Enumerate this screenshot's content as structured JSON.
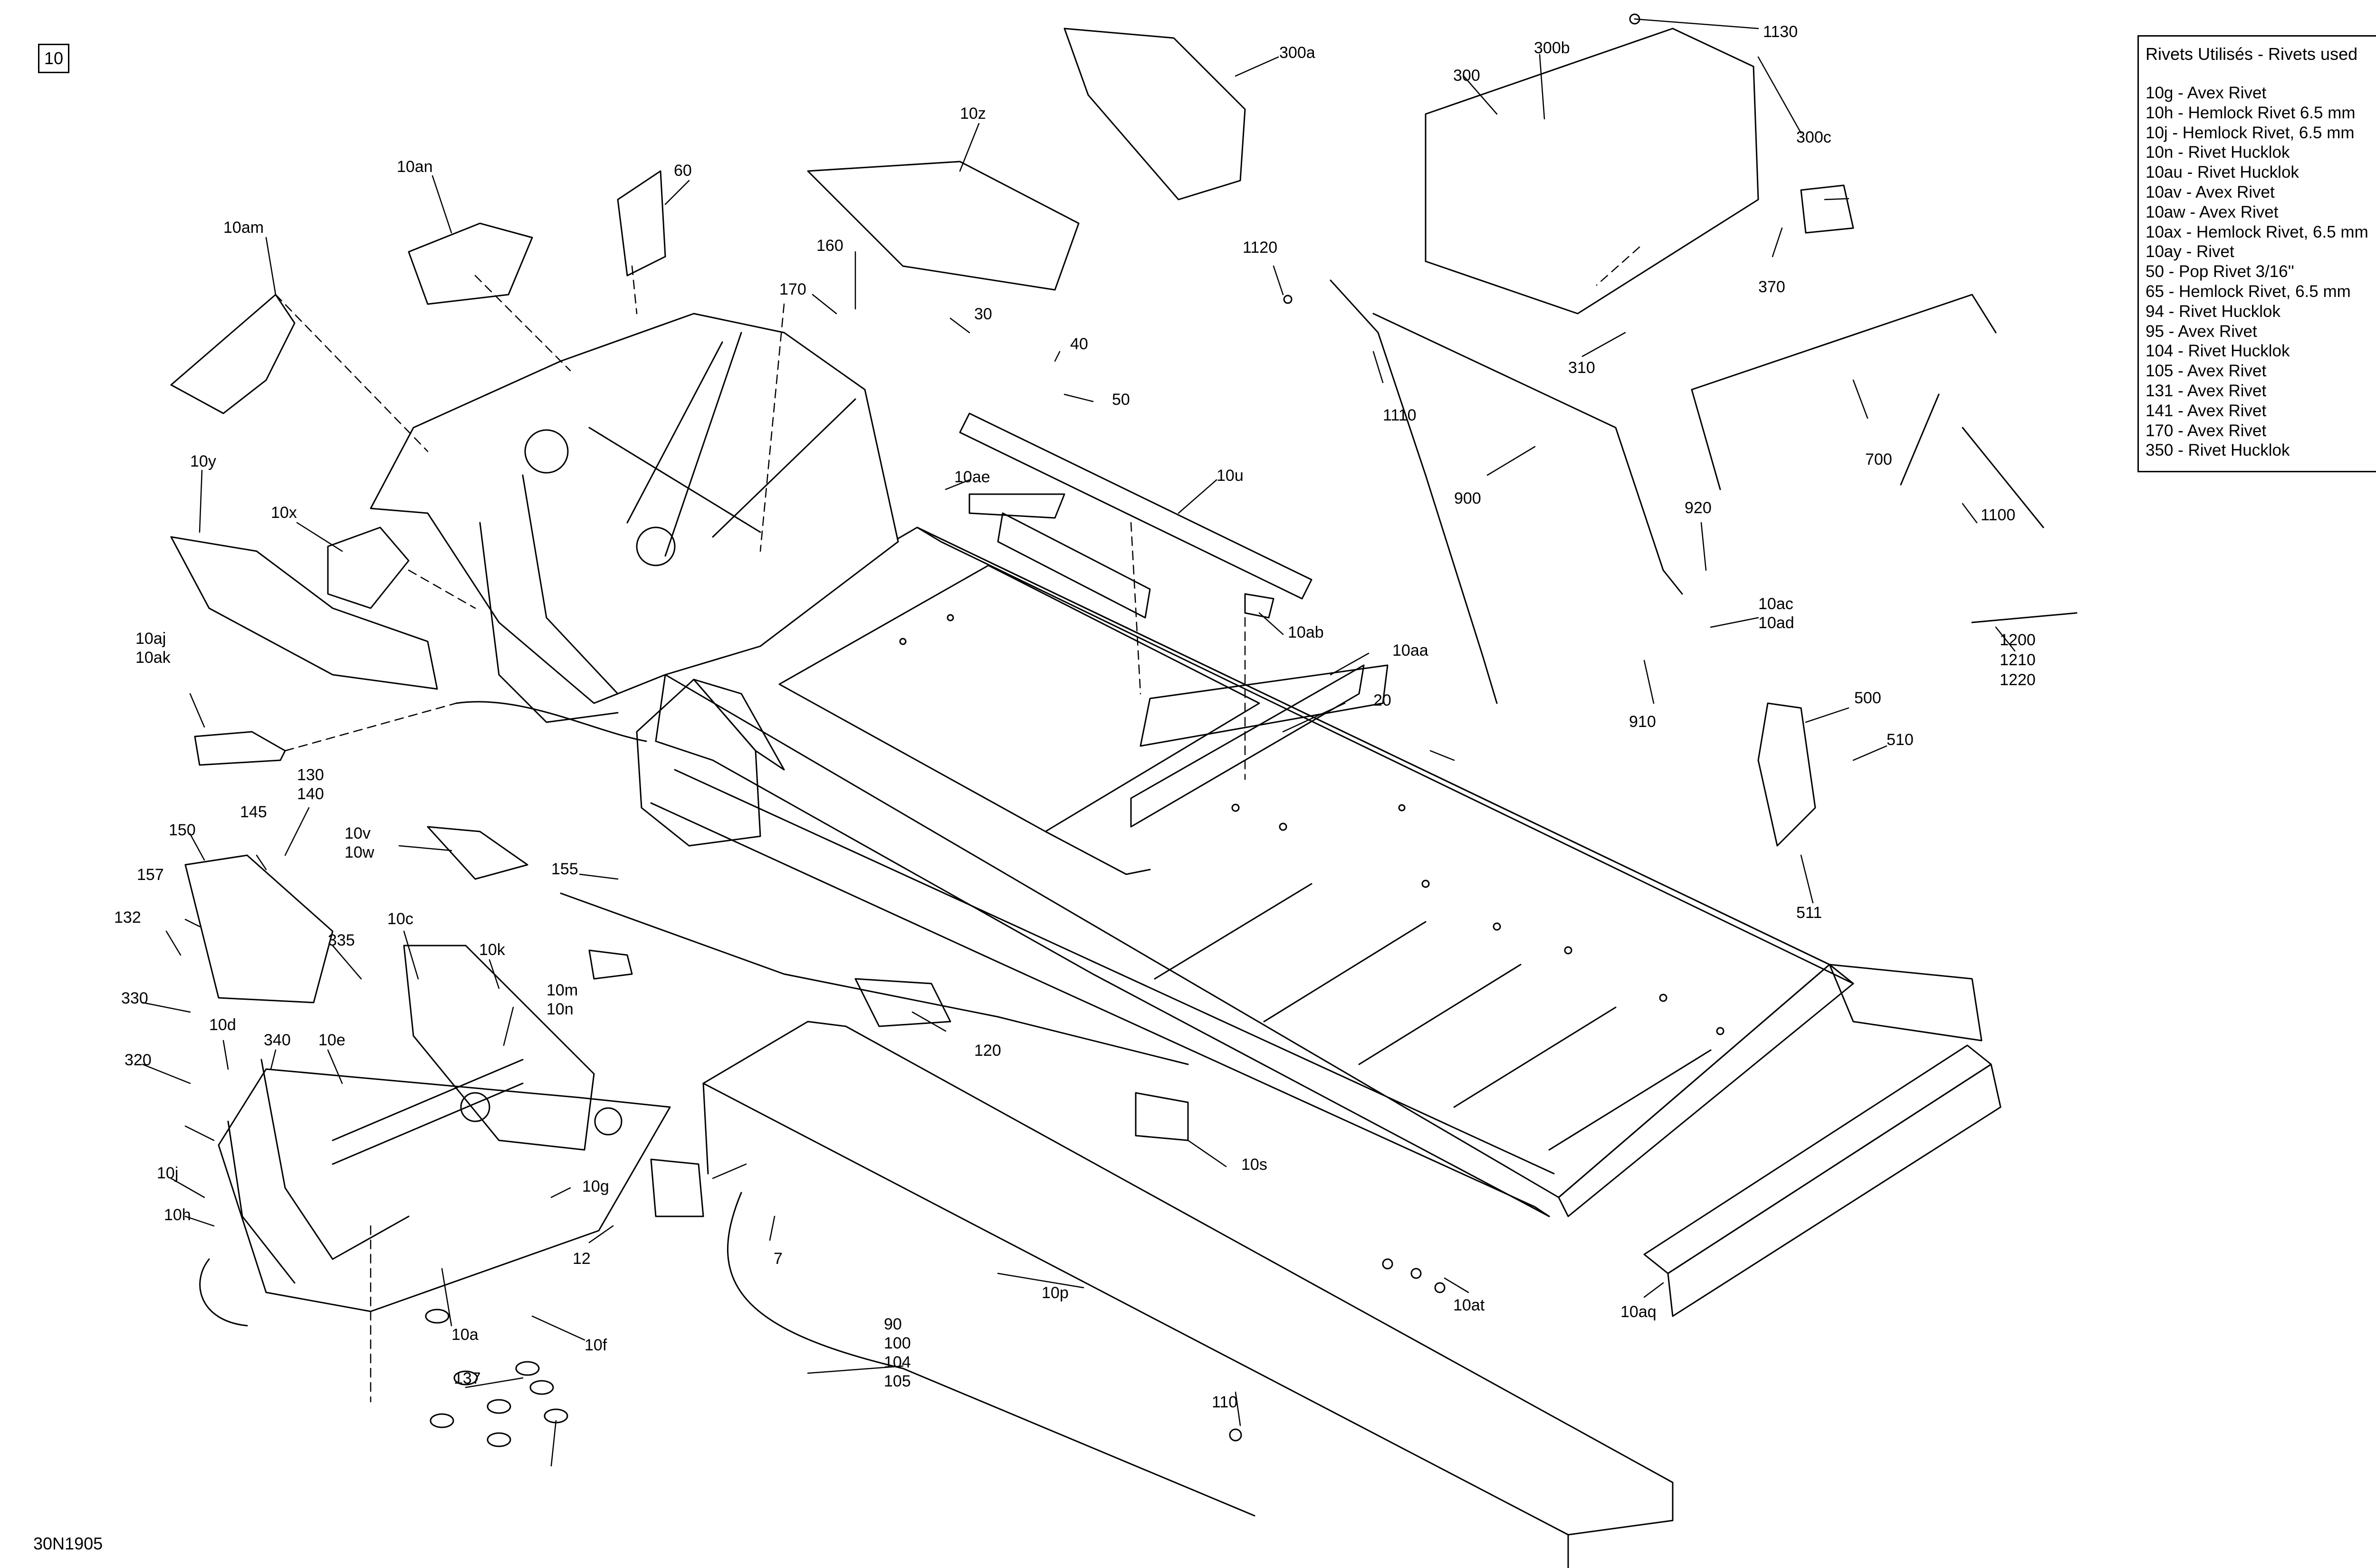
{
  "page": {
    "number": "10",
    "drawing_code": "30N1905"
  },
  "legend": {
    "title": "Rivets Utilisés - Rivets used",
    "items": [
      "10g - Avex Rivet",
      "10h - Hemlock Rivet 6.5 mm",
      "10j - Hemlock Rivet, 6.5 mm",
      "10n - Rivet Hucklok",
      "10au - Rivet Hucklok",
      "10av - Avex Rivet",
      "10aw - Avex Rivet",
      "10ax - Hemlock Rivet, 6.5 mm",
      "10ay - Rivet",
      "50 - Pop Rivet 3/16''",
      "65 - Hemlock Rivet, 6.5 mm",
      "94 - Rivet Hucklok",
      "95 - Avex Rivet",
      "104 - Rivet Hucklok",
      "105 - Avex Rivet",
      "131 - Avex Rivet",
      "141 - Avex Rivet",
      "170 - Avex Rivet",
      "350 - Rivet Hucklok"
    ]
  },
  "callouts": [
    "10am",
    "10an",
    "60",
    "10y",
    "10x",
    "10aj",
    "10ak",
    "10z",
    "160",
    "170",
    "30",
    "40",
    "50",
    "10ae",
    "10u",
    "10ab",
    "10aa",
    "20",
    "300a",
    "300",
    "300b",
    "1130",
    "300c",
    "370",
    "310",
    "1120",
    "1110",
    "900",
    "700",
    "920",
    "10ac",
    "10ad",
    "910",
    "1100",
    "1200",
    "1210",
    "1220",
    "500",
    "510",
    "511",
    "130",
    "140",
    "150",
    "145",
    "157",
    "132",
    "335",
    "10v",
    "10w",
    "155",
    "10c",
    "10k",
    "10m",
    "10n",
    "330",
    "10d",
    "340",
    "320",
    "10e",
    "10j",
    "10h",
    "120",
    "10s",
    "10g",
    "12",
    "7",
    "10p",
    "10a",
    "10f",
    "137",
    "90",
    "100",
    "104",
    "105",
    "110",
    "10at",
    "10aq"
  ]
}
